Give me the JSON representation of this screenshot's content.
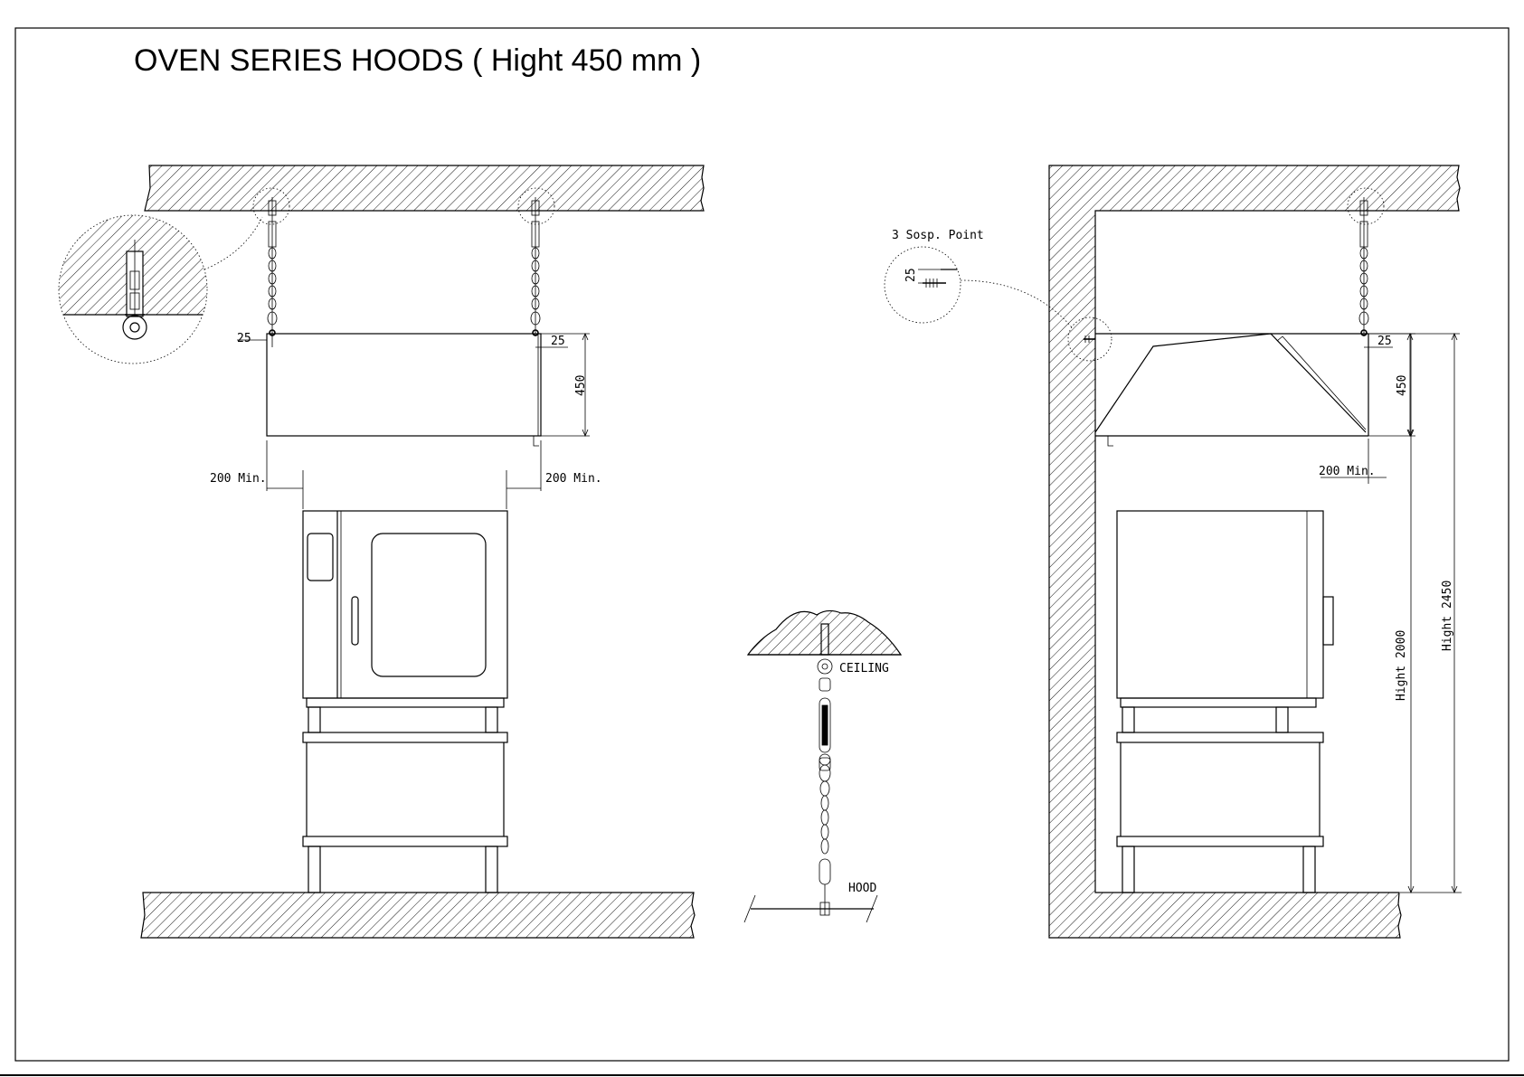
{
  "title": "OVEN  SERIES HOODS ( Hight 450 mm )",
  "left_view": {
    "dim_side_left": "25",
    "dim_side_right": "25",
    "dim_hood_height": "450",
    "clearance_left": "200 Min.",
    "clearance_right": "200 Min."
  },
  "chain_detail": {
    "ceiling_label": "CEILING",
    "hood_label": "HOOD"
  },
  "right_view": {
    "suspension_label": "3 Sosp. Point",
    "detail_dim": "25",
    "dim_side": "25",
    "dim_hood_height": "450",
    "clearance": "200 Min.",
    "height_lower": "Hight 2000",
    "height_total": "Hight 2450"
  }
}
